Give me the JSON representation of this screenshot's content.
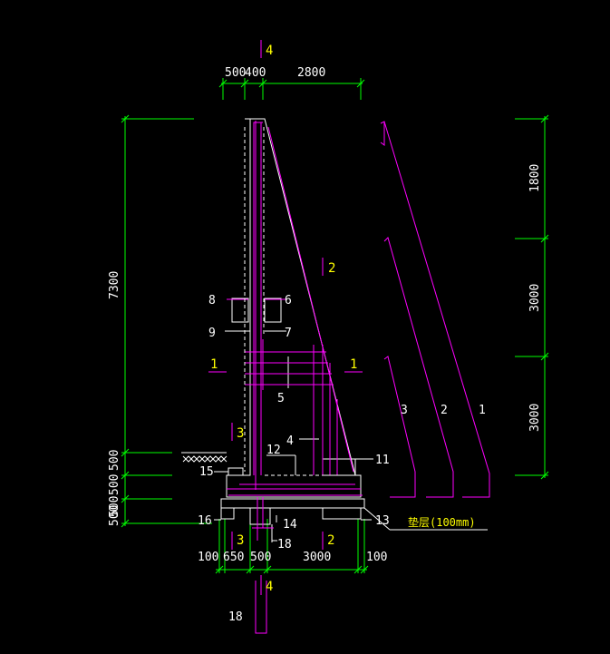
{
  "colors": {
    "background": "#000000",
    "green": "#00ff00",
    "magenta": "#ff00ff",
    "white": "#ffffff",
    "yellow": "#ffff00"
  },
  "dims_top": {
    "d1": "500",
    "d2": "400",
    "d3": "2800"
  },
  "dims_left": {
    "total": "7300",
    "r1": "500",
    "r2": "500",
    "r3": "500",
    "r4": "500"
  },
  "dims_right": {
    "top": "1800",
    "mid": "3000",
    "bot": "3000"
  },
  "dims_bottom": {
    "a": "100",
    "b": "650",
    "c": "500",
    "d": "3000",
    "e": "100"
  },
  "section_marks": {
    "s4_top": "4",
    "s2_upper": "2",
    "s1_left": "1",
    "s1_right": "1",
    "s3_upper": "3",
    "s3_lower": "3",
    "s2_lower": "2",
    "s4_bottom": "4"
  },
  "rebar_labels": {
    "l8": "8",
    "l6": "6",
    "l9": "9",
    "l7": "7",
    "l5": "5",
    "l4": "4",
    "l12": "12",
    "l11": "11",
    "l15": "15",
    "l16": "16",
    "l14": "14",
    "l13": "13",
    "l18a": "18",
    "l18b": "18",
    "d3": "3",
    "d2": "2",
    "d1": "1"
  },
  "cushion_note": "垫层(100mm)"
}
